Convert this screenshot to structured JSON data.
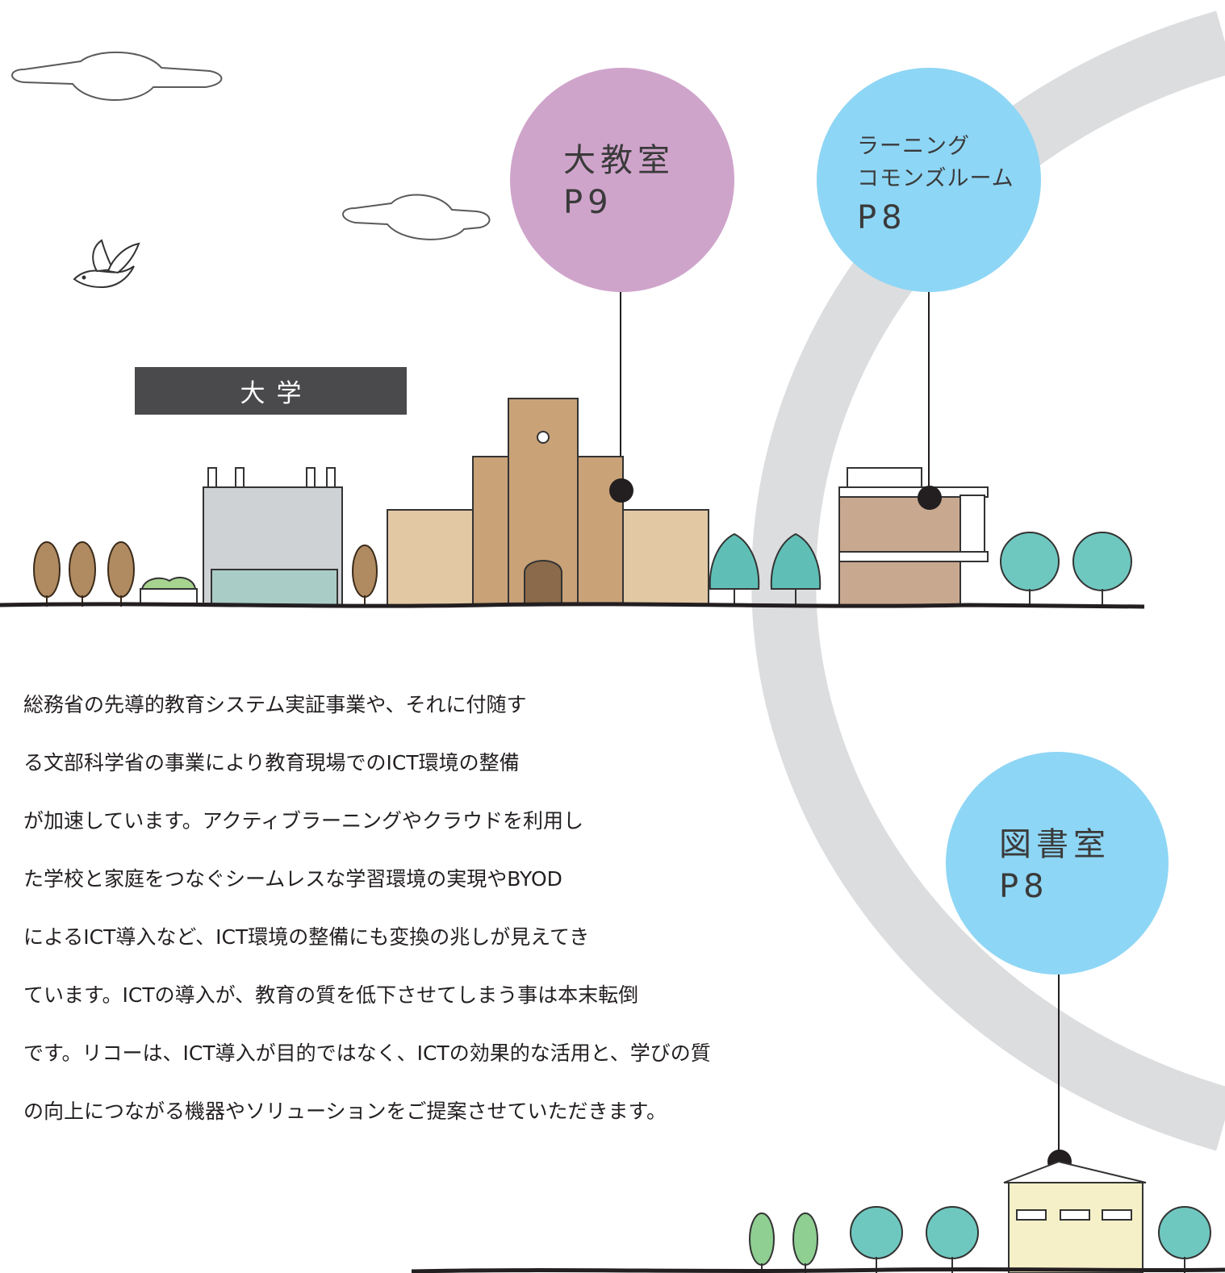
{
  "hero": {
    "category_label": "大学"
  },
  "locations": {
    "lecture_hall": {
      "title": "大教室",
      "page": "P9"
    },
    "learning_commons": {
      "title_line1": "ラーニング",
      "title_line2": "コモンズルーム",
      "page": "P8"
    },
    "library": {
      "title": "図書室",
      "page": "P8"
    }
  },
  "body": {
    "paragraph": "総務省の先導的教育システム実証事業や、それに付随す\nる文部科学省の事業により教育現場でのICT環境の整備\nが加速しています。アクティブラーニングやクラウドを利用し\nた学校と家庭をつなぐシームレスな学習環境の実現やBYOD\nによるICT導入など、ICT環境の整備にも変換の兆しが見えてき\nています。ICTの導入が、教育の質を低下させてしまう事は本末転倒\nです。リコーは、ICT導入が目的ではなく、ICTの効果的な活用と、学びの質\nの向上につながる機器やソリューションをご提案させていただきます。"
  },
  "colors": {
    "lecture_bubble": "#cfa4cb",
    "commons_bubble": "#8ed6f5",
    "library_bubble": "#8ed6f5",
    "label_bg": "#4a4a4c",
    "arc": "#dcdddf"
  }
}
